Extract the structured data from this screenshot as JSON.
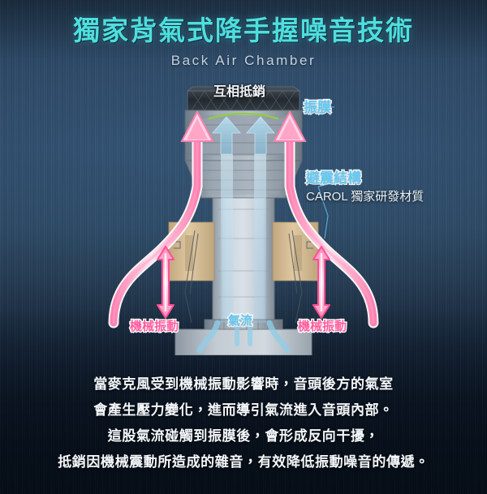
{
  "header": {
    "title": "獨家背氣式降手握噪音技術",
    "subtitle": "Back Air Chamber",
    "title_color": "#4fdede",
    "subtitle_color": "#c3d3e2"
  },
  "diagram": {
    "name": "microphone-back-air-chamber-cutaway",
    "callouts": {
      "cancel_label": "互相抵銷",
      "diaphragm_label": "振膜",
      "shock_mount_label": "避震結構",
      "shock_mount_sub": "CAROL 獨家研發材質",
      "airflow_label": "氣流",
      "vibration_left_label": "機械振動",
      "vibration_right_label": "機械振動"
    },
    "colors": {
      "vibration_arrow": "#ff5f9e",
      "airflow_arrow": "#9ed6ef",
      "diaphragm_arc": "#8dc63f",
      "shock_mount_material": "#d9c199",
      "mic_body": "#aab4bd",
      "grille": "#2c3339",
      "base_block": "#b6bec6",
      "leader_line": "#4f9fd0"
    }
  },
  "body_copy": {
    "lines": [
      "當麥克風受到機械振動影響時，音頭後方的氣室",
      "會產生壓力變化，進而導引氣流進入音頭內部。",
      "這股氣流碰觸到振膜後，會形成反向干擾，",
      "抵銷因機械震動所造成的雜音，有效降低振動噪音的傳遞。"
    ]
  },
  "background": {
    "top_color": "#2c4763",
    "mid_color": "#2f4c6a",
    "bottom_color": "#091420"
  }
}
